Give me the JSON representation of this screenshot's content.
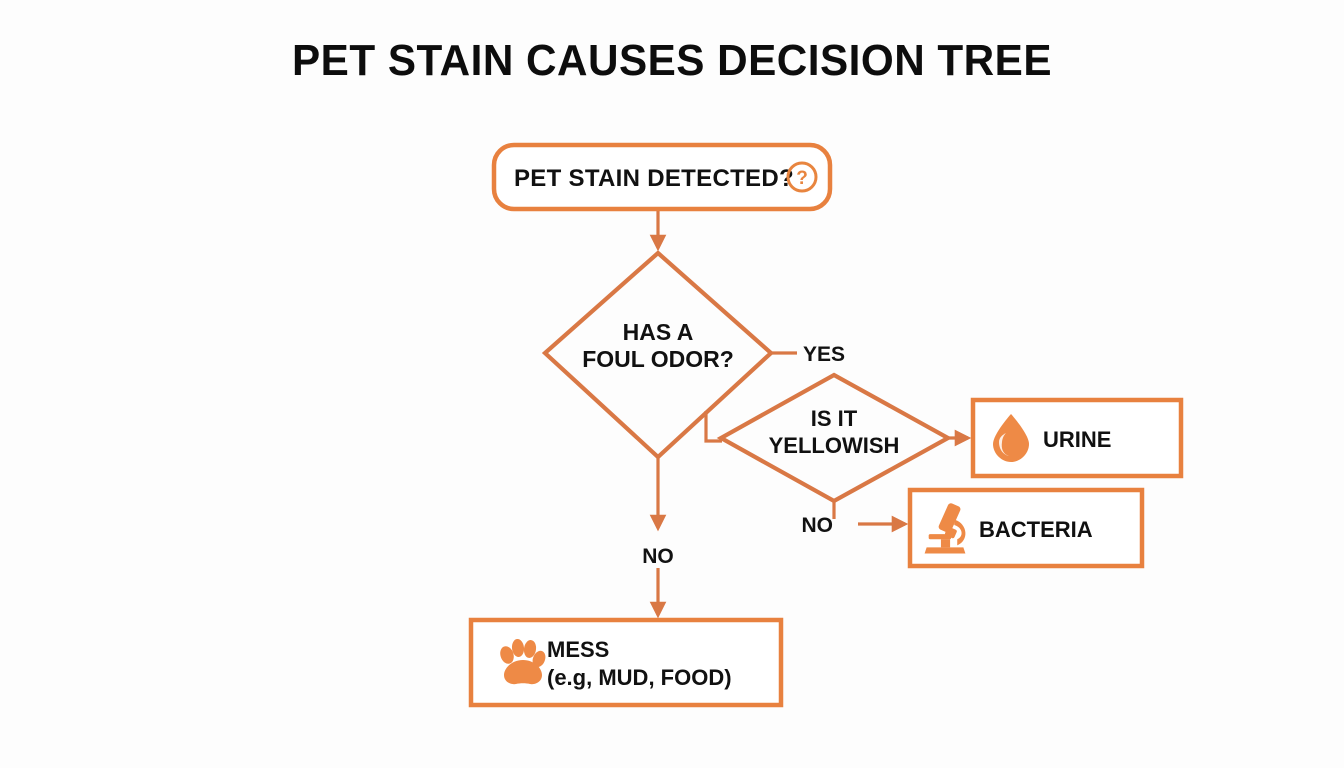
{
  "diagram": {
    "title": "PET STAIN CAUSES DECISION TREE",
    "type": "decision-tree-flowchart",
    "background_color": "#fdfdfd",
    "accent_color": "#e8813f",
    "line_color": "#d97845",
    "text_color": "#111111"
  },
  "nodes": {
    "start": {
      "id": "start",
      "shape": "rounded-rectangle",
      "label": "PET STAIN DETECTED?",
      "icon": "question-circle-icon"
    },
    "decision_odor": {
      "id": "decision_odor",
      "shape": "diamond",
      "label_line1": "HAS A",
      "label_line2": "FOUL ODOR?"
    },
    "decision_yellow": {
      "id": "decision_yellow",
      "shape": "diamond",
      "label_line1": "IS IT",
      "label_line2": "YELLOWISH"
    },
    "outcome_urine": {
      "id": "outcome_urine",
      "shape": "rectangle",
      "label": "URINE",
      "icon": "water-droplet-icon"
    },
    "outcome_bacteria": {
      "id": "outcome_bacteria",
      "shape": "rectangle",
      "label": "BACTERIA",
      "icon": "microscope-icon"
    },
    "outcome_mess": {
      "id": "outcome_mess",
      "shape": "rectangle",
      "label_line1": "MESS",
      "label_line2": "(e.g, MUD, FOOD)",
      "icon": "paw-print-icon"
    }
  },
  "edges": [
    {
      "id": "e1",
      "from": "start",
      "to": "decision_odor",
      "label": ""
    },
    {
      "id": "e2",
      "from": "decision_odor",
      "to": "decision_yellow",
      "label": "YES"
    },
    {
      "id": "e3",
      "from": "decision_odor",
      "to": "outcome_mess",
      "label": "NO"
    },
    {
      "id": "e4",
      "from": "decision_yellow",
      "to": "outcome_urine",
      "label": ""
    },
    {
      "id": "e5",
      "from": "decision_yellow",
      "to": "outcome_bacteria",
      "label": "NO"
    }
  ],
  "edge_labels": {
    "yes_odor": "YES",
    "no_odor": "NO",
    "no_yellow": "NO"
  }
}
